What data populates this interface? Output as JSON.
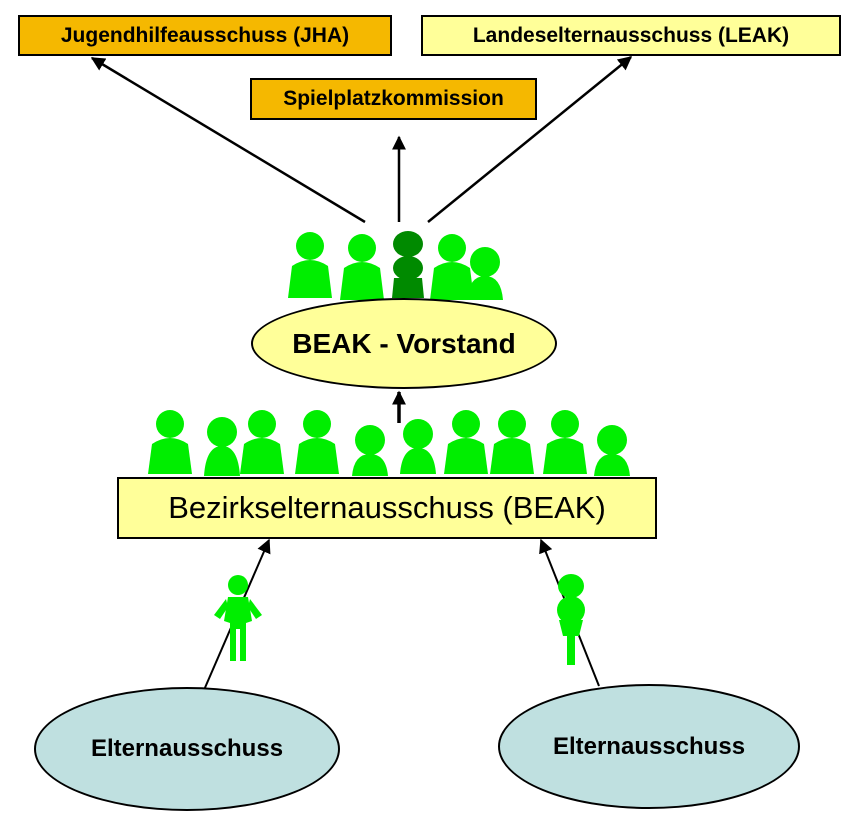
{
  "committees": {
    "jha": "Jugendhilfeausschuss (JHA)",
    "spielplatz": "Spielplatzkommission",
    "leak": "Landeselternausschuss (LEAK)"
  },
  "vorstand": "BEAK - Vorstand",
  "beak": "Bezirkselternausschuss (BEAK)",
  "parents_committees": [
    "Elternausschuss",
    "Elternausschuss"
  ],
  "colors": {
    "orange_box": "#f5b800",
    "yellow_box": "#ffff99",
    "vorstand_ellipse": "#ffff99",
    "parents_ellipse": "#bfe0e0",
    "figure_green": "#00ee00",
    "figure_dark_green": "#008a00",
    "border": "#000000"
  }
}
